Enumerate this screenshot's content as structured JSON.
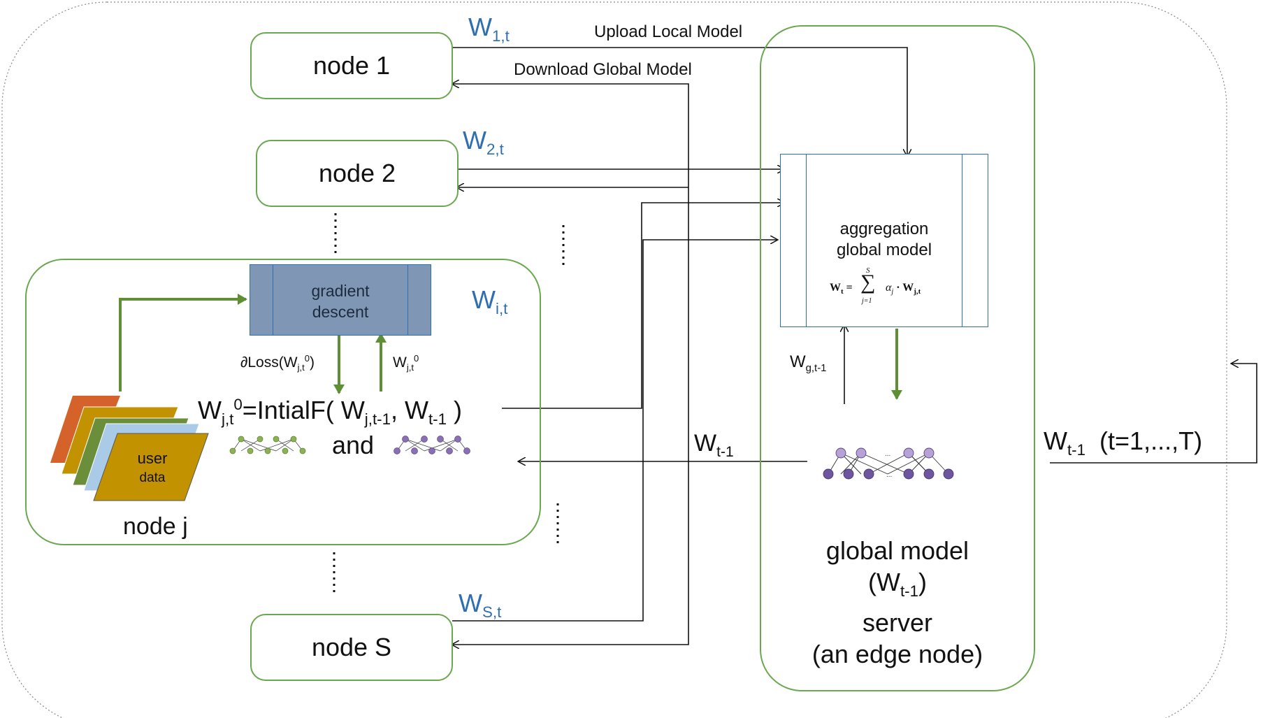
{
  "nodes": {
    "node1": "node 1",
    "node2": "node 2",
    "nodeS": "node S",
    "nodeJ": "node j"
  },
  "weights": {
    "w1_base": "W",
    "w1_sub": "1,t",
    "w2_base": "W",
    "w2_sub": "2,t",
    "wi_base": "W",
    "wi_sub": "i,t",
    "ws_base": "W",
    "ws_sub": "S,t",
    "wt1_base": "W",
    "wt1_sub": "t-1",
    "wg_base": "W",
    "wg_sub": "g,t-1",
    "loop_base": "W",
    "loop_sub": "t-1",
    "loop_range": "(t=1,...,T)"
  },
  "arrows": {
    "upload": "Upload Local Model",
    "download": "Download Global Model"
  },
  "gradient": {
    "line1": "gradient",
    "line2": "descent",
    "loss_prefix": "∂Loss(W",
    "loss_sub": "j,t",
    "loss_sup": "0",
    "loss_suffix": ")",
    "wjt_base": "W",
    "wjt_sub": "j,t",
    "wjt_sup": "0"
  },
  "init": {
    "lhs_base": "W",
    "lhs_sub": "j,t",
    "lhs_sup": "0",
    "func": "=IntialF( W",
    "arg1_sub": "j,t-1",
    "mid": ", W",
    "arg2_sub": "t-1",
    "end": " )",
    "and": "and"
  },
  "user_data": {
    "line1": "user",
    "line2": "data"
  },
  "aggregation": {
    "line1": "aggregation",
    "line2": "global model",
    "formula": "W",
    "formula_sub": "t",
    "formula_eq": " = ",
    "sum_top": "S",
    "sum_bottom": "j=1",
    "sum_body": "α",
    "sum_body_sub": "j",
    "sum_dot": " · W",
    "sum_w_sub": "j,t"
  },
  "server": {
    "line1": "global model",
    "line2_base": "(W",
    "line2_sub": "t-1",
    "line2_end": ")",
    "line3": "server",
    "line4": "(an edge node)"
  },
  "colors": {
    "green": "#6aa84f",
    "blue_label": "#2f6fb0",
    "grad_box": "#7f97b5",
    "orange": "#d4622a",
    "gold": "#c39200",
    "olive": "#6b8e3a",
    "lightblue": "#a9cbe8",
    "purple": "#8a6fb3"
  }
}
